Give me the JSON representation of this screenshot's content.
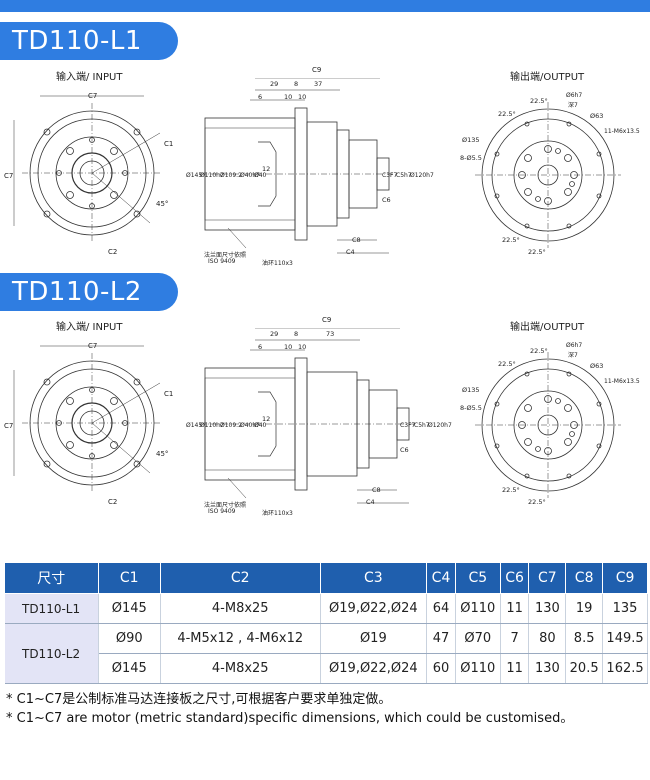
{
  "models": [
    {
      "title": "TD110-L1",
      "input_label": "输入端/ INPUT",
      "output_label": "输出端/OUTPUT",
      "input_dims": [
        "C7",
        "C7",
        "45°",
        "C1",
        "C2"
      ],
      "side_dims": [
        "C9",
        "6",
        "29",
        "8",
        "37",
        "10",
        "10",
        "Ø145",
        "Ø110h7",
        "Ø109.2",
        "Ø40h7",
        "Ø40",
        "12",
        "C3F7",
        "C5h7",
        "Ø120h7",
        "C6",
        "C8",
        "C4"
      ],
      "side_notes": [
        "法兰面尺寸依照",
        "ISO 9409",
        "油环110x3"
      ],
      "output_dims": [
        "22.5°",
        "22.5°",
        "Ø6h7",
        "深7",
        "Ø63",
        "11-M6x13.5",
        "Ø135",
        "8-Ø5.5",
        "22.5°",
        "22.5°"
      ]
    },
    {
      "title": "TD110-L2",
      "input_label": "输入端/ INPUT",
      "output_label": "输出端/OUTPUT",
      "input_dims": [
        "C7",
        "C7",
        "45°",
        "C1",
        "C2"
      ],
      "side_dims": [
        "C9",
        "6",
        "29",
        "8",
        "73",
        "10",
        "10",
        "Ø145",
        "Ø110h7",
        "Ø109.2",
        "Ø40h7",
        "Ø40",
        "12",
        "C3F7",
        "C5h7",
        "Ø120h7",
        "C6",
        "C8",
        "C4"
      ],
      "side_notes": [
        "法兰面尺寸依照",
        "ISO 9409",
        "油环110x3"
      ],
      "output_dims": [
        "22.5°",
        "22.5°",
        "Ø6h7",
        "深7",
        "Ø63",
        "11-M6x13.5",
        "Ø135",
        "8-Ø5.5",
        "22.5°",
        "22.5°"
      ]
    }
  ],
  "table": {
    "headers": [
      "尺寸",
      "C1",
      "C2",
      "C3",
      "C4",
      "C5",
      "C6",
      "C7",
      "C8",
      "C9"
    ],
    "rows": [
      {
        "model": "TD110-L1",
        "cells": [
          "Ø145",
          "4-M8x25",
          "Ø19,Ø22,Ø24",
          "64",
          "Ø110",
          "11",
          "130",
          "19",
          "135"
        ]
      },
      {
        "model": "TD110-L2",
        "cells": [
          "Ø90",
          "4-M5x12 , 4-M6x12",
          "Ø19",
          "47",
          "Ø70",
          "7",
          "80",
          "8.5",
          "149.5"
        ]
      },
      {
        "model": "",
        "cells": [
          "Ø145",
          "4-M8x25",
          "Ø19,Ø22,Ø24",
          "60",
          "Ø110",
          "11",
          "130",
          "20.5",
          "162.5"
        ]
      }
    ]
  },
  "notes": [
    "* C1~C7是公制标准马达连接板之尺寸,可根据客户要求单独定做。",
    "* C1~C7 are motor (metric standard)specific dimensions, which could be customised。"
  ],
  "colors": {
    "accent": "#2f7de1",
    "table_header": "#1f5fae",
    "model_cell": "#e3e4f6"
  }
}
